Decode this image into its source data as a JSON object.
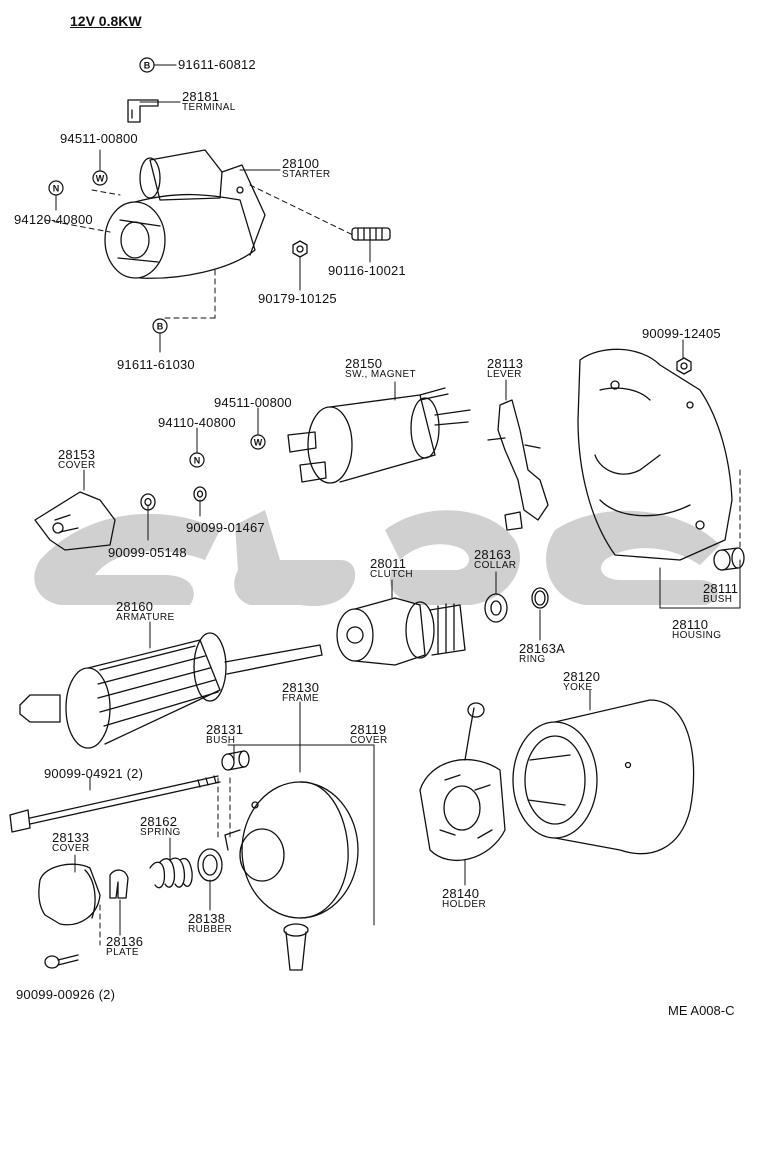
{
  "header": {
    "title": "12V 0.8KW"
  },
  "figure_code": "ME A008-C",
  "parts": [
    {
      "id": "p1",
      "number": "91611-60812",
      "name": ""
    },
    {
      "id": "p2",
      "number": "28181",
      "name": "TERMINAL"
    },
    {
      "id": "p3",
      "number": "94511-00800",
      "name": ""
    },
    {
      "id": "p4",
      "number": "28100",
      "name": "STARTER"
    },
    {
      "id": "p5",
      "number": "94120-40800",
      "name": ""
    },
    {
      "id": "p6",
      "number": "90116-10021",
      "name": ""
    },
    {
      "id": "p7",
      "number": "90179-10125",
      "name": ""
    },
    {
      "id": "p8",
      "number": "91611-61030",
      "name": ""
    },
    {
      "id": "p9",
      "number": "28150",
      "name": "SW., MAGNET"
    },
    {
      "id": "p10",
      "number": "94511-00800",
      "name": ""
    },
    {
      "id": "p11",
      "number": "94110-40800",
      "name": ""
    },
    {
      "id": "p12",
      "number": "28113",
      "name": "LEVER"
    },
    {
      "id": "p13",
      "number": "90099-12405",
      "name": ""
    },
    {
      "id": "p14",
      "number": "28153",
      "name": "COVER"
    },
    {
      "id": "p15",
      "number": "90099-01467",
      "name": ""
    },
    {
      "id": "p16",
      "number": "90099-05148",
      "name": ""
    },
    {
      "id": "p17",
      "number": "28011",
      "name": "CLUTCH"
    },
    {
      "id": "p18",
      "number": "28163",
      "name": "COLLAR"
    },
    {
      "id": "p19",
      "number": "28111",
      "name": "BUSH"
    },
    {
      "id": "p20",
      "number": "28110",
      "name": "HOUSING"
    },
    {
      "id": "p21",
      "number": "28160",
      "name": "ARMATURE"
    },
    {
      "id": "p22",
      "number": "28163A",
      "name": "RING"
    },
    {
      "id": "p23",
      "number": "28120",
      "name": "YOKE"
    },
    {
      "id": "p24",
      "number": "28130",
      "name": "FRAME"
    },
    {
      "id": "p25",
      "number": "28131",
      "name": "BUSH"
    },
    {
      "id": "p26",
      "number": "28119",
      "name": "COVER"
    },
    {
      "id": "p27",
      "number": "90099-04921 (2)",
      "name": ""
    },
    {
      "id": "p28",
      "number": "28162",
      "name": "SPRING"
    },
    {
      "id": "p29",
      "number": "28133",
      "name": "COVER"
    },
    {
      "id": "p30",
      "number": "28140",
      "name": "HOLDER"
    },
    {
      "id": "p31",
      "number": "28138",
      "name": "RUBBER"
    },
    {
      "id": "p32",
      "number": "28136",
      "name": "PLATE"
    },
    {
      "id": "p33",
      "number": "90099-00926 (2)",
      "name": ""
    }
  ],
  "markers": [
    {
      "id": "m1",
      "letter": "B"
    },
    {
      "id": "m2",
      "letter": "W"
    },
    {
      "id": "m3",
      "letter": "N"
    },
    {
      "id": "m4",
      "letter": "B"
    },
    {
      "id": "m5",
      "letter": "N"
    },
    {
      "id": "m6",
      "letter": "W"
    }
  ],
  "colors": {
    "ink": "#111111",
    "watermark": "#c8c8c8"
  }
}
